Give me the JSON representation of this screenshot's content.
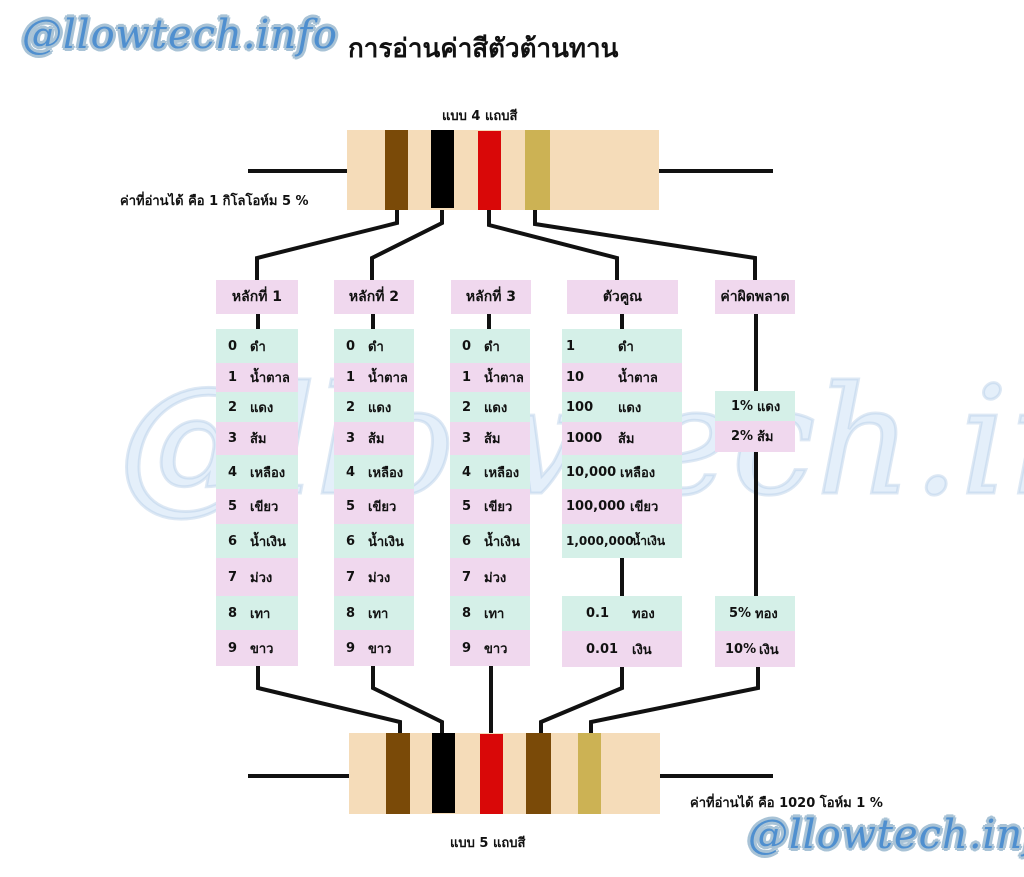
{
  "branding": {
    "watermark_text": "@llowtech.info"
  },
  "title": "การอ่านค่าสีตัวต้านทาน",
  "resistor_4band": {
    "caption": "แบบ 4 แถบสี",
    "reading": "ค่าที่อ่านได้ คือ 1 กิโลโอห์ม 5 %",
    "bands": [
      {
        "name": "brown",
        "color": "#7a4a08"
      },
      {
        "name": "black",
        "color": "#000000"
      },
      {
        "name": "red",
        "color": "#d90808"
      },
      {
        "name": "gold",
        "color": "#ccb254"
      }
    ]
  },
  "resistor_5band": {
    "caption": "แบบ 5 แถบสี",
    "reading": "ค่าที่อ่านได้ คือ 1020 โอห์ม 1 %",
    "bands": [
      {
        "name": "brown",
        "color": "#7a4a08"
      },
      {
        "name": "black",
        "color": "#000000"
      },
      {
        "name": "red",
        "color": "#d90808"
      },
      {
        "name": "brown",
        "color": "#7a4a08"
      },
      {
        "name": "gold",
        "color": "#ccb254"
      }
    ]
  },
  "columns": [
    {
      "header": "หลักที่ 1",
      "rows": [
        {
          "num": "0",
          "name": "ดำ"
        },
        {
          "num": "1",
          "name": "น้ำตาล"
        },
        {
          "num": "2",
          "name": "แดง"
        },
        {
          "num": "3",
          "name": "ส้ม"
        },
        {
          "num": "4",
          "name": "เหลือง"
        },
        {
          "num": "5",
          "name": "เขียว"
        },
        {
          "num": "6",
          "name": "น้ำเงิน"
        },
        {
          "num": "7",
          "name": "ม่วง"
        },
        {
          "num": "8",
          "name": "เทา"
        },
        {
          "num": "9",
          "name": "ขาว"
        }
      ]
    },
    {
      "header": "หลักที่ 2",
      "rows": [
        {
          "num": "0",
          "name": "ดำ"
        },
        {
          "num": "1",
          "name": "น้ำตาล"
        },
        {
          "num": "2",
          "name": "แดง"
        },
        {
          "num": "3",
          "name": "ส้ม"
        },
        {
          "num": "4",
          "name": "เหลือง"
        },
        {
          "num": "5",
          "name": "เขียว"
        },
        {
          "num": "6",
          "name": "น้ำเงิน"
        },
        {
          "num": "7",
          "name": "ม่วง"
        },
        {
          "num": "8",
          "name": "เทา"
        },
        {
          "num": "9",
          "name": "ขาว"
        }
      ]
    },
    {
      "header": "หลักที่ 3",
      "rows": [
        {
          "num": "0",
          "name": "ดำ"
        },
        {
          "num": "1",
          "name": "น้ำตาล"
        },
        {
          "num": "2",
          "name": "แดง"
        },
        {
          "num": "3",
          "name": "ส้ม"
        },
        {
          "num": "4",
          "name": "เหลือง"
        },
        {
          "num": "5",
          "name": "เขียว"
        },
        {
          "num": "6",
          "name": "น้ำเงิน"
        },
        {
          "num": "7",
          "name": "ม่วง"
        },
        {
          "num": "8",
          "name": "เทา"
        },
        {
          "num": "9",
          "name": "ขาว"
        }
      ]
    },
    {
      "header": "ตัวคูณ",
      "rows": [
        {
          "num": "1",
          "name": "ดำ"
        },
        {
          "num": "10",
          "name": "น้ำตาล"
        },
        {
          "num": "100",
          "name": "แดง"
        },
        {
          "num": "1000",
          "name": "ส้ม"
        },
        {
          "num": "10,000",
          "name": "เหลือง"
        },
        {
          "num": "100,000",
          "name": "เขียว"
        },
        {
          "num": "1,000,000",
          "name": "น้ำเงิน"
        }
      ],
      "extra_rows": [
        {
          "num": "0.1",
          "name": "ทอง"
        },
        {
          "num": "0.01",
          "name": "เงิน"
        }
      ]
    },
    {
      "header": "ค่าผิดพลาด",
      "rows": [
        {
          "num": "1%",
          "name": "แดง"
        },
        {
          "num": "2%",
          "name": "ส้ม"
        }
      ],
      "extra_rows": [
        {
          "num": "5%",
          "name": "ทอง"
        },
        {
          "num": "10%",
          "name": "เงิน"
        }
      ]
    }
  ],
  "colors": {
    "row_green": "#d5f0e8",
    "row_pink": "#f0d8ee",
    "resistor_body": "#f5dcb9",
    "logo_blue": "#4f8fcf"
  }
}
